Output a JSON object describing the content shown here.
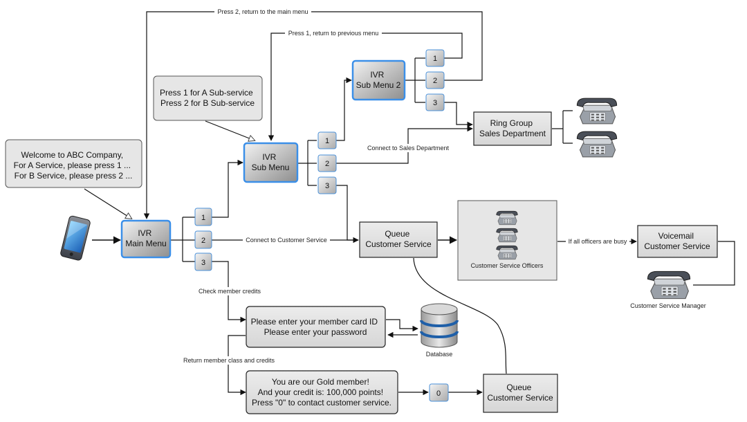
{
  "callouts": {
    "welcome": [
      "Welcome to ABC Company,",
      "For A Service, please press 1 ...",
      "For B Service, please press 2 ..."
    ],
    "submenu_hint": [
      "Press 1 for A Sub-service",
      "Press 2 for B Sub-service"
    ]
  },
  "nodes": {
    "ivr_main": [
      "IVR",
      "Main Menu"
    ],
    "ivr_sub": [
      "IVR",
      "Sub Menu"
    ],
    "ivr_sub2": [
      "IVR",
      "Sub Menu 2"
    ],
    "ring_group": [
      "Ring Group",
      "Sales Department"
    ],
    "queue_cs": [
      "Queue",
      "Customer Service"
    ],
    "queue_cs_bottom": [
      "Queue",
      "Customer Service"
    ],
    "voicemail": [
      "Voicemail",
      "Customer Service"
    ],
    "member_prompt": [
      "Please enter your member card ID",
      "Please enter your password"
    ],
    "gold_member": [
      "You are our Gold member!",
      "And your credit is: 100,000 points!",
      "Press \"0\" to contact customer service."
    ],
    "officers_label": "Customer Service Officers",
    "manager_label": "Customer Service Manager",
    "database_label": "Database"
  },
  "keys": {
    "main": [
      "1",
      "2",
      "3"
    ],
    "sub": [
      "1",
      "2",
      "3"
    ],
    "sub2": [
      "1",
      "2",
      "3"
    ],
    "zero": "0"
  },
  "edge_labels": {
    "return_main": "Press 2, return to the main menu",
    "return_prev": "Press 1, return to previous menu",
    "connect_sales": "Connect to Sales Department",
    "connect_cs": "Connect to Customer Service",
    "all_busy": "If all officers are busy",
    "check_credits": "Check member credits",
    "return_class": "Return member class and credits"
  },
  "colors": {
    "ivr_border": "#3b8fe8",
    "key_border": "#4a90d9",
    "box_fill": "#e2e2e2"
  }
}
